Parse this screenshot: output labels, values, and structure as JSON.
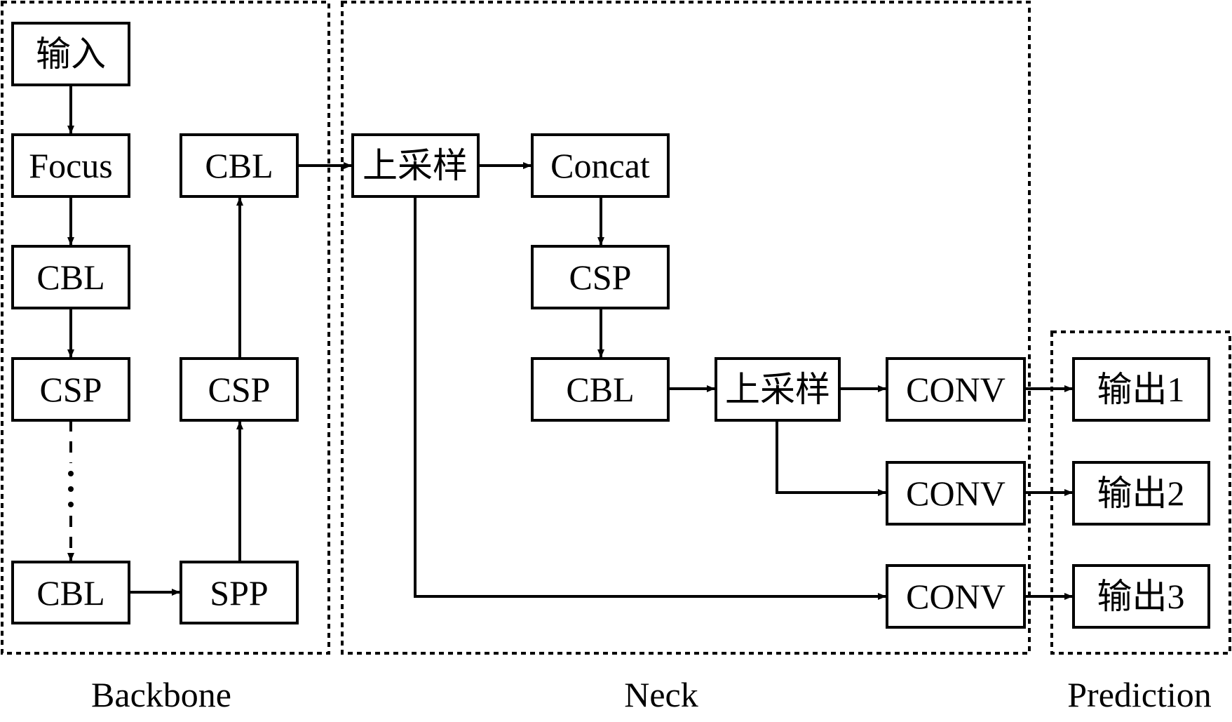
{
  "regions": {
    "backbone": {
      "label": "Backbone"
    },
    "neck": {
      "label": "Neck"
    },
    "prediction": {
      "label": "Prediction"
    }
  },
  "nodes": {
    "input": "输入",
    "focus": "Focus",
    "cbl_1": "CBL",
    "csp_1": "CSP",
    "cbl_2": "CBL",
    "spp": "SPP",
    "csp_2": "CSP",
    "cbl_3": "CBL",
    "upsample_1": "上采样",
    "concat": "Concat",
    "csp_3": "CSP",
    "cbl_4": "CBL",
    "upsample_2": "上采样",
    "conv_1": "CONV",
    "conv_2": "CONV",
    "conv_3": "CONV",
    "output_1": "输出1",
    "output_2": "输出2",
    "output_3": "输出3"
  },
  "colors": {
    "stroke": "#000000",
    "background": "#ffffff"
  }
}
